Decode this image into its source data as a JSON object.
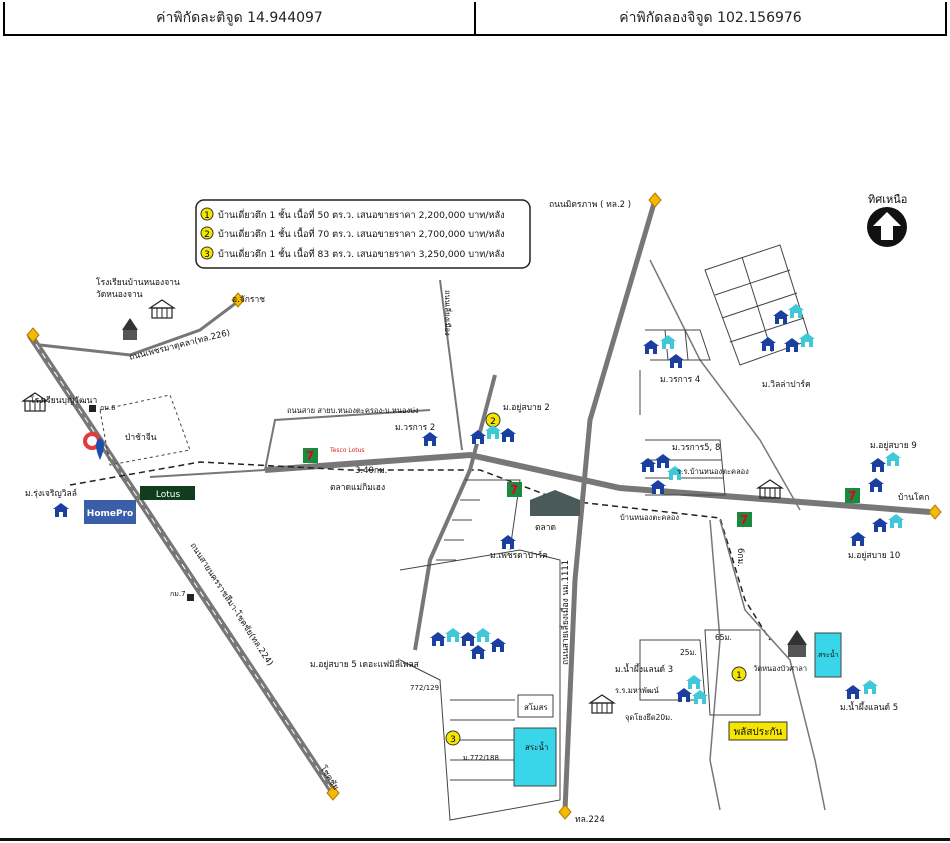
{
  "header": {
    "latitude": "ค่าพิกัดละติจูด 14.944097",
    "longitude": "ค่าพิกัดลองจิจูด 102.156976"
  },
  "legend": [
    {
      "num": "1",
      "text": "บ้านเดี่ยวตึก 1 ชั้น  เนื้อที่ 50 ตร.ว. เสนอขายราคา 2,200,000 บาท/หลัง"
    },
    {
      "num": "2",
      "text": "บ้านเดี่ยวตึก 1 ชั้น  เนื้อที่ 70 ตร.ว. เสนอขายราคา 2,700,000 บาท/หลัง"
    },
    {
      "num": "3",
      "text": "บ้านเดี่ยวตึก 1 ชั้น เนื้อที่ 83 ตร.ว. เสนอขายราคา 3,250,000 บาท/หลัง"
    }
  ],
  "labels": {
    "north": "ทิศเหนือ",
    "road_mitraphap": "ถนนมิตรภาพ ( ทล.2 )",
    "road_227": "ถนนเพชรมาตุคลา(ทล.226)",
    "road_nakhonratchasima_chokchai": "ถนนสายนครราชสีมา-โชคชัย(ทล.224)",
    "road_hwy_1111": "ถนนสายเลี่ยงเมือง นม.1111",
    "road_side": "ถนนสาย สายบ.หนองตะครอง-บ.หนองบ่ง",
    "road_north_small": "ถนนเลี่ยงเมือง",
    "to_chakkarat": "อ.จักราช",
    "to_khonburi": "โชคชัย",
    "to_ban_khok": "บ้านโคก",
    "to_224": "ทล.224",
    "school_1": "โรงเรียนบ้านหนองจาน",
    "temple_1": "วัดหนองจาน",
    "school_2": "โรงเรียนบุญวัฒนา",
    "km6": "กม.6",
    "km7": "กม.7",
    "forest": "ป่าช้าจีน",
    "muban_rungcharoen": "ม.รุ่งเจริญวิลล์",
    "muban_worakarn2": "ม.วรการ 2",
    "muban_yusabai2": "ม.อยู่สบาย 2",
    "muban_worakarn4": "ม.วรการ 4",
    "muban_villa": "ม.วิลล่าปาร์ค",
    "muban_worakarn58": "ม.วรการ5, 8",
    "school_3": "ร.ร.บ้านหนองตะคลอง",
    "muban_yusabai9": "ม.อยู่สบาย 9",
    "muban_yusabai10": "ม.อยู่สบาย 10",
    "market_1": "ตลาดแม่กิมเฮง",
    "market_2": "ตลาด",
    "muban_petch": "ม.เพชรดาปาร์ค",
    "ban_nongtakong": "บ้านหนองตะคลอง",
    "km_340": "3.40กม.",
    "km_6": "6กม.",
    "muban_yusabai5": "ม.อยู่สบาย 5 เดอะแฟมิลี่เพลส",
    "num_772": "772/129",
    "num_772b": "ม.772/188",
    "club": "สโมสร",
    "pool1": "สระน้ำ",
    "muban_numpheung3": "ม.น้ำผึ้งแลนด์ 3",
    "school_4": "ร.ร.มหาพัฒน์",
    "temple_2": "วัดหนองบัวศาลา",
    "pool2": "สระน้ำ",
    "muban_numpheung5": "ม.น้ำผึ้งแลนด์ 5",
    "distance_25": "25ม.",
    "distance_65": "65ม.",
    "distance_20": "จุดโยงยึด20ม.",
    "property_label": "พลัสประกัน",
    "tesco": "Tesco Lotus",
    "lotus": "Lotus",
    "homepro": "HomePro",
    "seven": "7"
  },
  "colors": {
    "road": "#777777",
    "house_dark": "#1a3f9e",
    "house_light": "#41c8d8",
    "pool": "#38d6e8",
    "marker": "#f4e600",
    "arrow": "#f5b800",
    "seven_green": "#1a8b3c",
    "seven_red": "#e4002b"
  }
}
